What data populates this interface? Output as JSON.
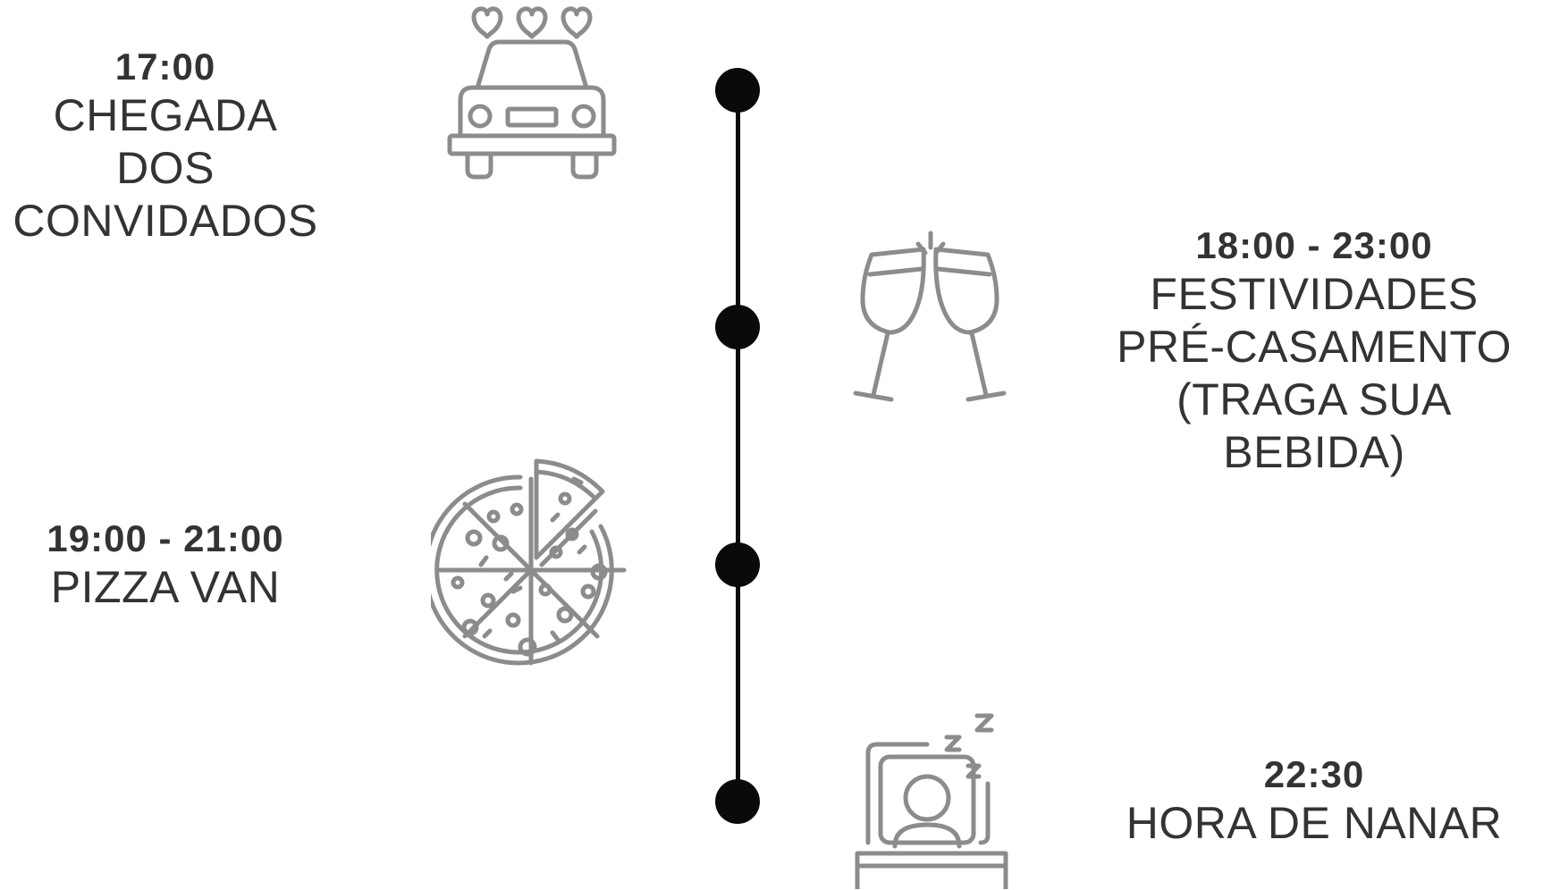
{
  "events": [
    {
      "time": "17:00",
      "label": "CHEGADA DOS\nCONVIDADOS",
      "icon": "wedding-car-icon"
    },
    {
      "time": "18:00 - 23:00",
      "label": "FESTIVIDADES\nPRÉ-CASAMENTO\n(TRAGA SUA BEBIDA)",
      "icon": "champagne-toast-icon"
    },
    {
      "time": "19:00 - 21:00",
      "label": "PIZZA VAN",
      "icon": "pizza-icon"
    },
    {
      "time": "22:30",
      "label": "HORA DE NANAR",
      "icon": "sleeping-icon"
    }
  ],
  "colors": {
    "timeline": "#0a0a0a",
    "text": "#333333",
    "icon": "#8c8c8c"
  }
}
